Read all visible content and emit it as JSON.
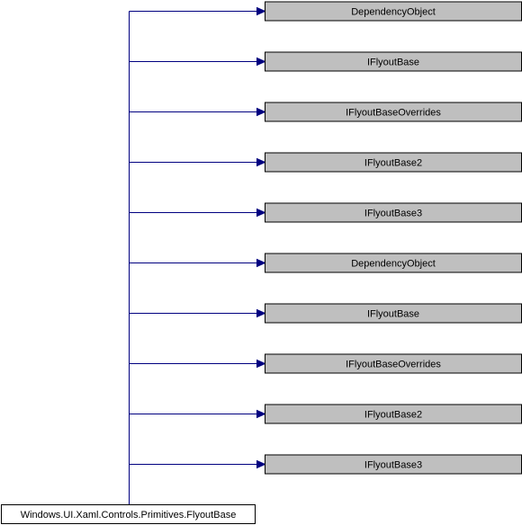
{
  "diagram": {
    "class_name": "Windows.UI.Xaml.Controls.Primitives.FlyoutBase",
    "bases": [
      "DependencyObject",
      "IFlyoutBase",
      "IFlyoutBaseOverrides",
      "IFlyoutBase2",
      "IFlyoutBase3",
      "DependencyObject",
      "IFlyoutBase",
      "IFlyoutBaseOverrides",
      "IFlyoutBase2",
      "IFlyoutBase3"
    ],
    "colors": {
      "base_fill": "#bfbfbf",
      "class_fill": "#ffffff",
      "edge": "#000080",
      "border": "#000000"
    }
  }
}
